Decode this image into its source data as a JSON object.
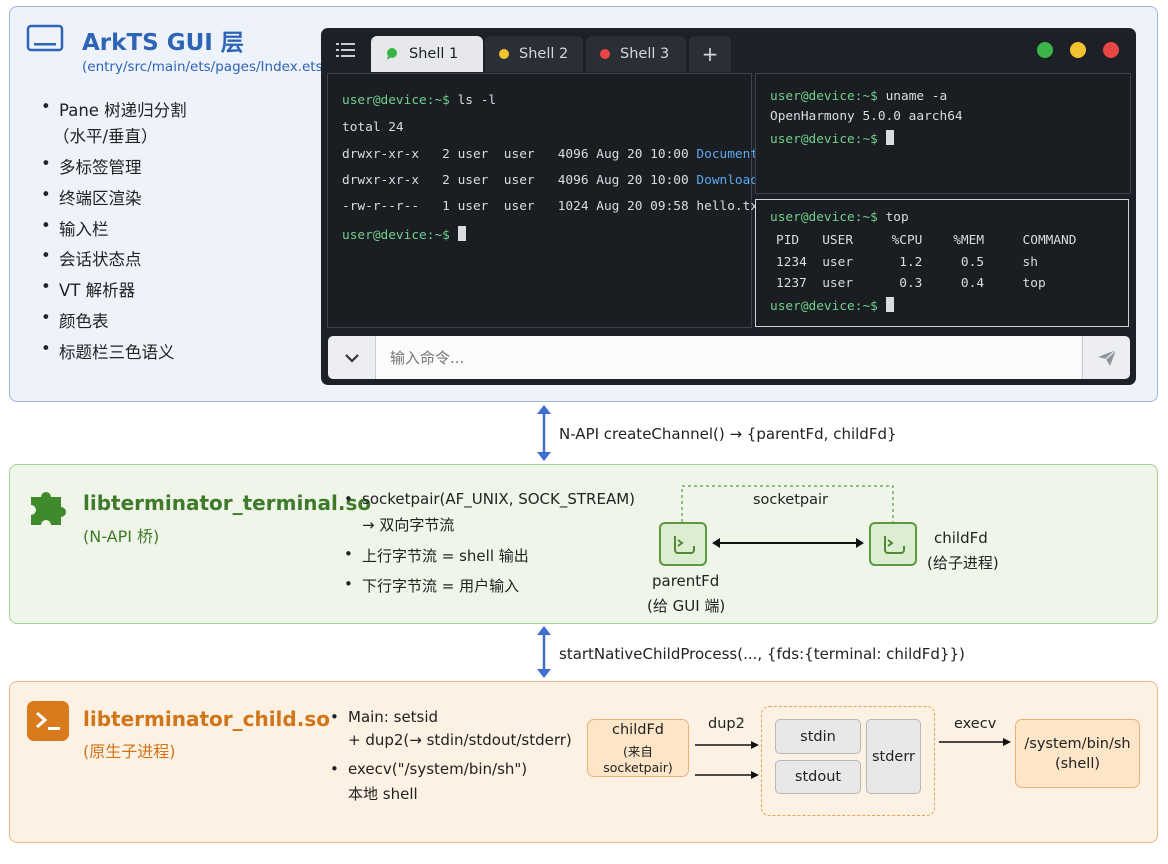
{
  "gui_layer": {
    "title": "ArkTS GUI 层",
    "path": "(entry/src/main/ets/pages/Index.ets)",
    "bullets": [
      "Pane 树递归分割",
      "（水平/垂直）",
      "多标签管理",
      "终端区渲染",
      "输入栏",
      "会话状态点",
      "VT 解析器",
      "颜色表",
      "标题栏三色语义"
    ]
  },
  "terminal": {
    "tabs": [
      {
        "label": "Shell 1",
        "dot_color": "#3bb54a"
      },
      {
        "label": "Shell 2",
        "dot_color": "#f2c230"
      },
      {
        "label": "Shell 3",
        "dot_color": "#e84545"
      }
    ],
    "add_tab": "+",
    "window_dots": [
      "#3bb54a",
      "#f2c230",
      "#e84545"
    ],
    "left_pane": {
      "prompt1": "user@device:~$",
      "cmd1": " ls -l",
      "total": "total 24",
      "rows": [
        {
          "meta": "drwxr-xr-x   2 user  user   4096 Aug 20 10:00 ",
          "name": "Documents"
        },
        {
          "meta": "drwxr-xr-x   2 user  user   4096 Aug 20 10:00 ",
          "name": "Downloads"
        },
        {
          "meta": "-rw-r--r--   1 user  user   1024 Aug 20 09:58 ",
          "name": "hello.txt"
        }
      ],
      "prompt2": "user@device:~$"
    },
    "top_right_pane": {
      "prompt1": "user@device:~$",
      "cmd1": " uname -a",
      "output": "OpenHarmony 5.0.0 aarch64",
      "prompt2": "user@device:~$"
    },
    "bottom_right_pane": {
      "prompt1": "user@device:~$",
      "cmd1": " top",
      "header": "PID   USER     %CPU    %MEM     COMMAND",
      "rows": [
        "1234  user      1.2     0.5     sh",
        "1237  user      0.3     0.4     top"
      ],
      "prompt2": "user@device:~$"
    },
    "input_placeholder": "输入命令..."
  },
  "arrow1_label": "N-API createChannel() → {parentFd, childFd}",
  "napi_layer": {
    "title": "libterminator_terminal.so",
    "subtitle": "(N-API 桥)",
    "bullets": [
      "socketpair(AF_UNIX, SOCK_STREAM)",
      "→ 双向字节流",
      "上行字节流 = shell 输出",
      "下行字节流 = 用户输入"
    ],
    "socketpair_label": "socketpair",
    "parent_label": "parentFd",
    "parent_sub": "(给 GUI 端)",
    "child_label": "childFd",
    "child_sub": "(给子进程)"
  },
  "arrow2_label": "startNativeChildProcess(..., {fds:{terminal: childFd}})",
  "child_layer": {
    "title": "libterminator_child.so",
    "subtitle": "(原生子进程)",
    "bullets": [
      "Main: setsid",
      "+ dup2(→ stdin/stdout/stderr)",
      "execv(\"/system/bin/sh\")",
      "本地 shell"
    ],
    "childfd_label": "childFd",
    "childfd_sub": "(来自 socketpair)",
    "dup2_label": "dup2",
    "stdin": "stdin",
    "stdout": "stdout",
    "stderr": "stderr",
    "execv_label": "execv",
    "shell_path": "/system/bin/sh",
    "shell_sub": "(shell)"
  }
}
